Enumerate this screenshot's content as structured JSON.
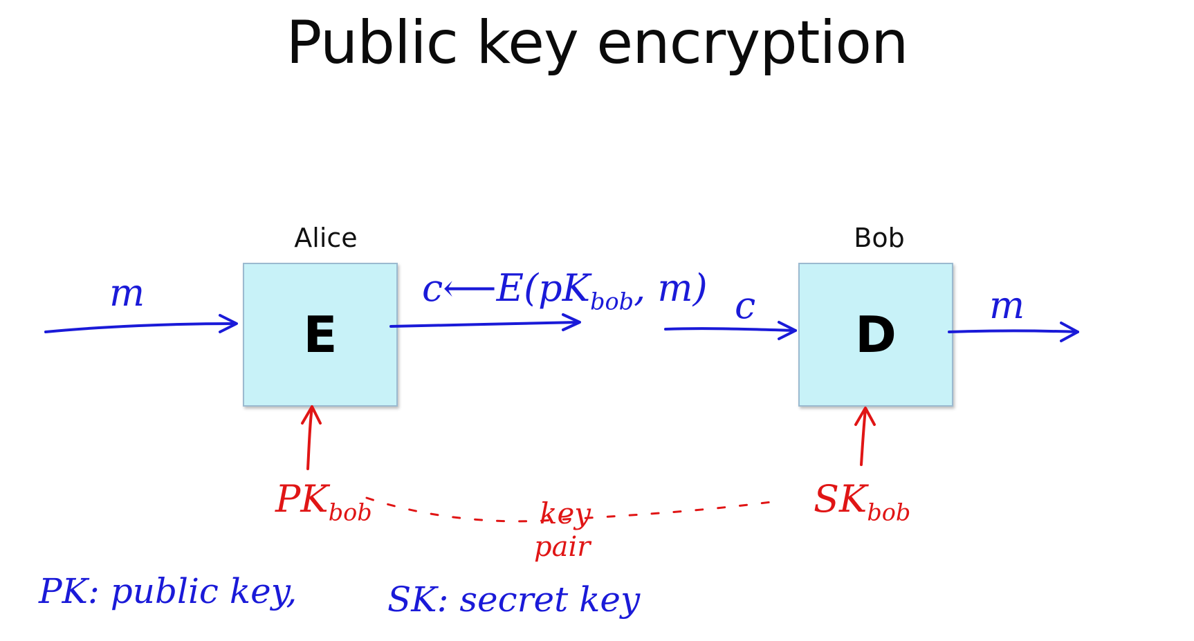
{
  "title": "Public key encryption",
  "alice": {
    "name": "Alice",
    "box_label": "E"
  },
  "bob": {
    "name": "Bob",
    "box_label": "D"
  },
  "annotations": {
    "input_message": "m",
    "ciphertext_expr_prefix": "c⟵E(pK",
    "ciphertext_expr_sub": "bob",
    "ciphertext_expr_suffix": ", m)",
    "ciphertext_sent": "c",
    "output_message": "m",
    "public_key_main": "PK",
    "public_key_sub": "bob",
    "secret_key_main": "SK",
    "secret_key_sub": "bob",
    "key_pair_line1": "key",
    "key_pair_line2": "pair",
    "legend_pk": "PK: public key,",
    "legend_sk": "SK: secret key"
  },
  "colors": {
    "flow": "#1a1ad8",
    "keys": "#e01515",
    "box_fill": "#c8f2f8"
  }
}
